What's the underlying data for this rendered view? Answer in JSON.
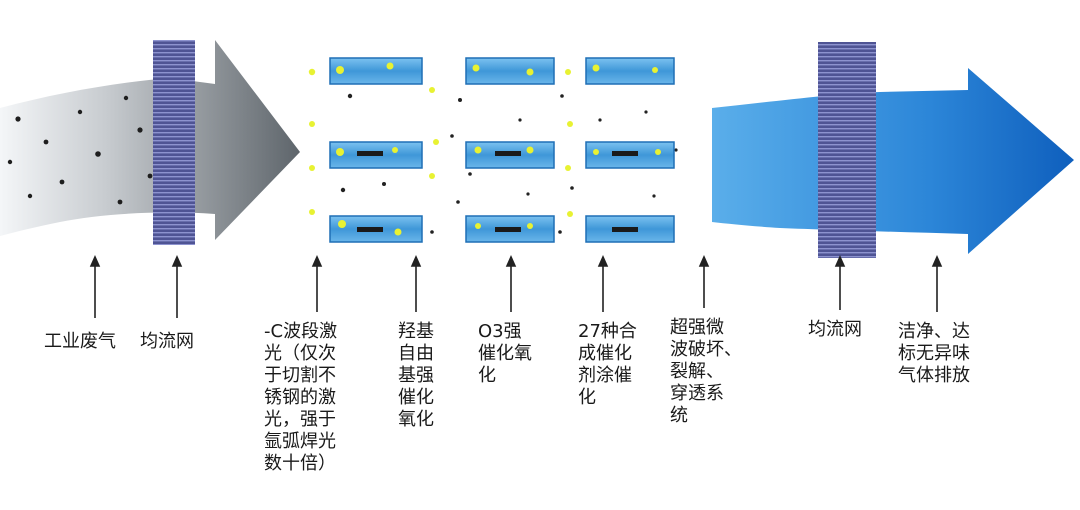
{
  "diagram": {
    "labels": [
      "工业废气",
      "均流网",
      "-C波段激\n光（仅次\n于切割不\n锈钢的激\n光，强于\n氩弧焊光\n数十倍）",
      "羟基\n自由\n基强\n催化\n氧化",
      "O3强\n催化氧\n化",
      "27种合\n成催化\n剂涂催\n化",
      "超强微\n波破坏、\n裂解、\n穿透系\n统",
      "均流网",
      "洁净、达\n标无异味\n气体排放"
    ],
    "colors": {
      "inlet_arrow_light": "#eef1f4",
      "inlet_arrow_dark": "#6b7278",
      "mesh": "#5a5f9e",
      "module_blue": "#4aa0dc",
      "module_border": "#1f6fb5",
      "catalyst_yellow": "#e8f232",
      "outlet_arrow_light": "#52a6e8",
      "outlet_arrow_dark": "#1466c0",
      "pointer_line": "#222222"
    }
  }
}
